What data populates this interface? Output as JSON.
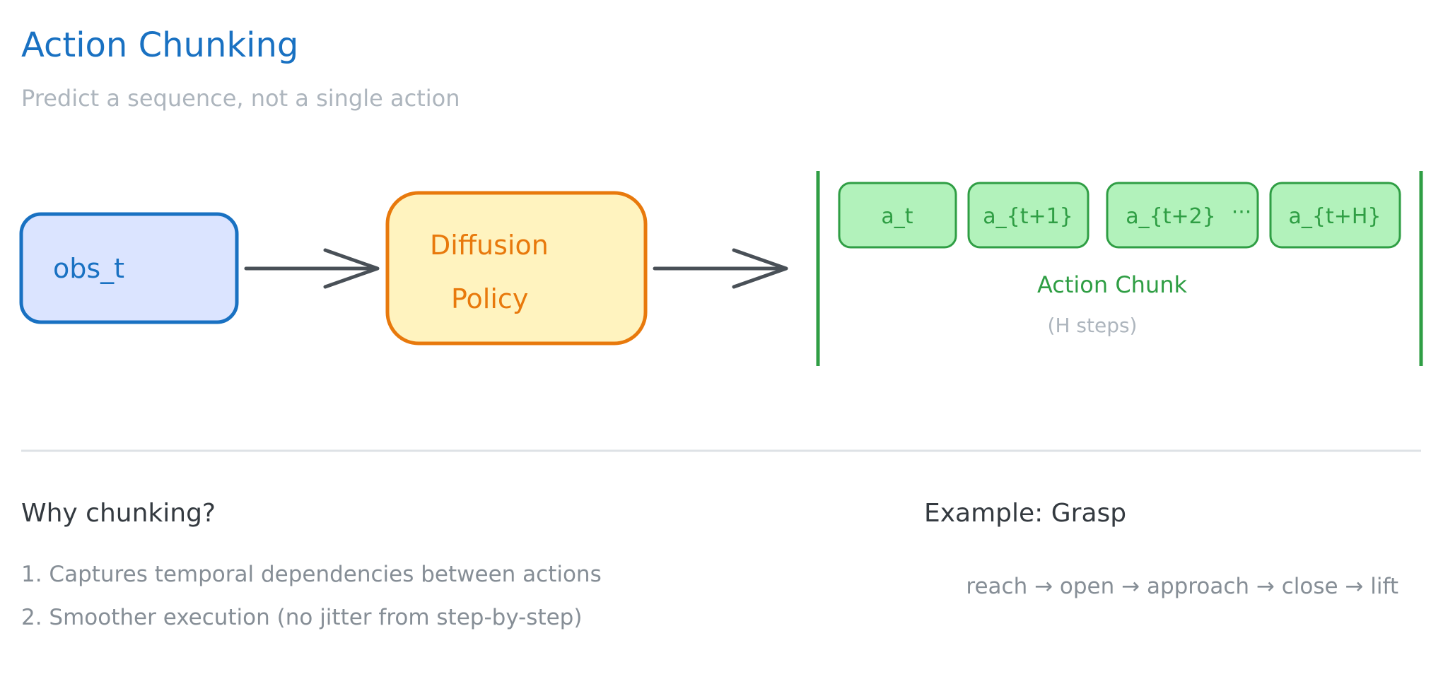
{
  "title": "Action Chunking",
  "subtitle": "Predict a sequence, not a single action",
  "diagram": {
    "obs_label": "obs_t",
    "policy_label_line1": "Diffusion",
    "policy_label_line2": "Policy",
    "chunk_items": [
      "a_t",
      "a_{t+1}",
      "a_{t+2}",
      "a_{t+H}"
    ],
    "ellipsis": "···",
    "chunk_title": "Action Chunk",
    "chunk_subtitle": "(H steps)"
  },
  "why": {
    "heading": "Why chunking?",
    "items": [
      "1. Captures temporal dependencies between actions",
      "2. Smoother execution (no jitter from step-by-step)"
    ]
  },
  "example": {
    "heading": "Example: Grasp",
    "sequence": "reach → open → approach → close → lift"
  },
  "colors": {
    "title": "#1971c2",
    "subtitle": "#adb5bd",
    "obs_stroke": "#1971c2",
    "obs_fill": "#dbe4ff",
    "policy_stroke": "#e8790c",
    "policy_fill": "#fff3bf",
    "chunk_stroke": "#2f9e44",
    "chunk_fill": "#b2f2bb",
    "arrow": "#495057",
    "text_dark": "#343a40",
    "text_muted": "#868e96",
    "divider": "#dee2e6"
  }
}
